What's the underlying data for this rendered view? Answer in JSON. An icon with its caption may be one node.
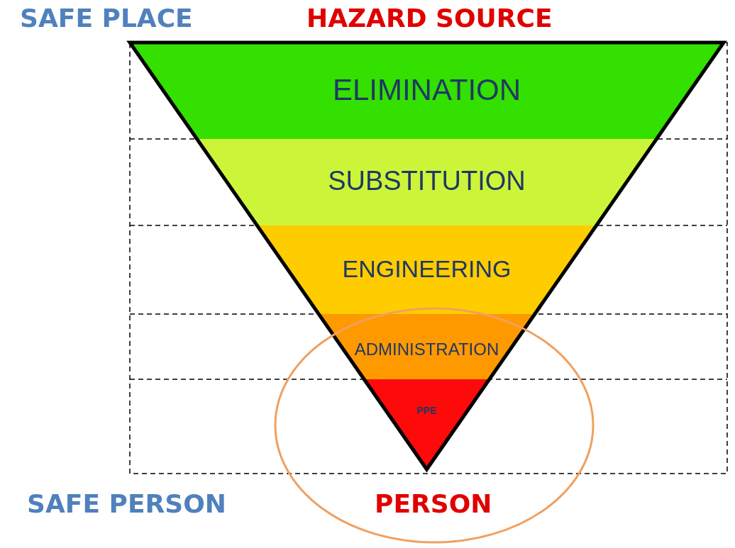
{
  "diagram": {
    "nodes": [
      {
        "text": [
          "ELIMINATION"
        ]
      },
      {
        "text": [
          "SUBSTITUTION"
        ]
      },
      {
        "text": [
          "ENGINEERING"
        ]
      },
      {
        "text": [
          "ADMINISTRATION"
        ]
      },
      {
        "text": [
          "PPE"
        ]
      }
    ],
    "labels": [
      "SAFE PLACE",
      "HAZARD SOURCE",
      "SAFE PERSON",
      "PERSON"
    ]
  }
}
